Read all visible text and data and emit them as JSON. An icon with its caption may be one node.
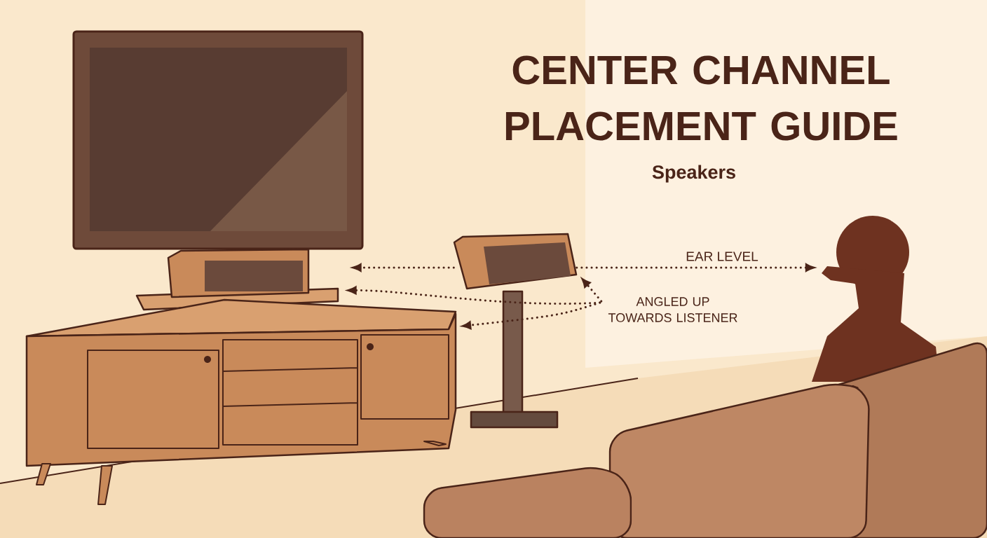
{
  "diagram": {
    "title": "CENTER CHANNEL PLACEMENT GUIDE",
    "nodes": [
      {
        "text": [
          "ANGLED UP TOWARDS LISTENER"
        ]
      },
      {
        "text": [],
        "shape": "picture"
      },
      {
        "text": [],
        "shape": "picture"
      },
      {
        "text": [],
        "shape": "person"
      },
      {
        "text": [],
        "shape": "picture"
      }
    ],
    "edges": [
      {
        "from": 2,
        "to": 1,
        "arrow": "to"
      },
      {
        "from": 2,
        "to": 3,
        "arrow": "to",
        "label": "EAR LEVEL"
      },
      {
        "from": 0,
        "to": 2,
        "arrow": "to"
      },
      {
        "from": 0,
        "to": 4,
        "arrow": "to"
      },
      {
        "from": 0,
        "to": 1,
        "arrow": "to"
      }
    ],
    "labels": [
      "Speakers"
    ]
  }
}
